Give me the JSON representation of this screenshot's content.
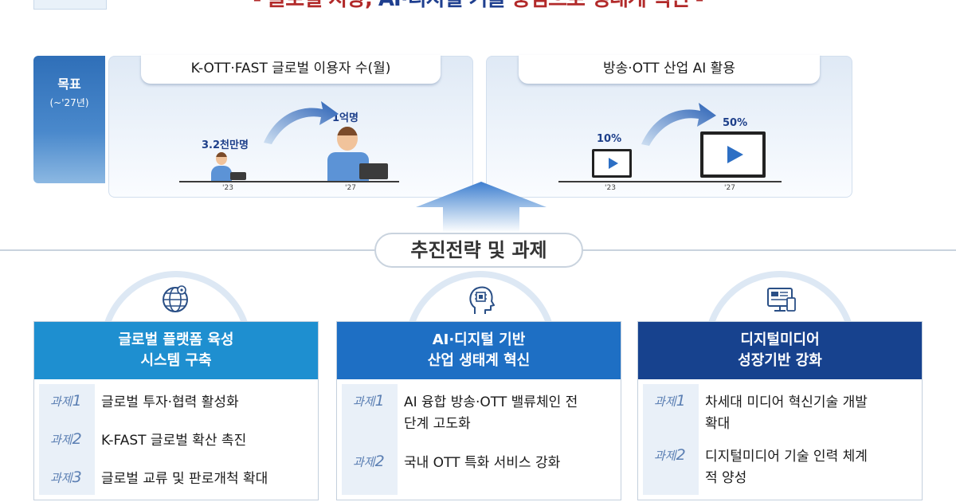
{
  "header": {
    "title_part1": "- 글로벌 지향, ",
    "title_part2": "AI·디지털 기술",
    "title_part3": " 중심으로 생태계 혁신 -"
  },
  "goal": {
    "label": "목표",
    "period": "(~'27년)"
  },
  "users_panel": {
    "title": "K-OTT·FAST 글로벌 이용자 수(월)",
    "start_value": "3.2천만명",
    "end_value": "1억명",
    "start_year": "'23",
    "end_year": "'27"
  },
  "ai_panel": {
    "title": "방송·OTT 산업 AI 활용",
    "start_value": "10%",
    "end_value": "50%",
    "start_year": "'23",
    "end_year": "'27"
  },
  "strategy": {
    "title": "추진전략 및 과제"
  },
  "cards": [
    {
      "icon": "globe-network-icon",
      "title_line1": "글로벌 플랫폼 육성",
      "title_line2": "시스템 구축",
      "color": "#1e8fd0",
      "tasks": [
        {
          "tag": "과제",
          "num": "1",
          "text": "글로벌 투자·협력 활성화"
        },
        {
          "tag": "과제",
          "num": "2",
          "text": "K-FAST 글로벌 확산 촉진"
        },
        {
          "tag": "과제",
          "num": "3",
          "text": "글로벌 교류 및 판로개척 확대"
        }
      ]
    },
    {
      "icon": "ai-head-icon",
      "title_line1": "AI·디지털 기반",
      "title_line2": "산업 생태계 혁신",
      "color": "#1e6fc4",
      "tasks": [
        {
          "tag": "과제",
          "num": "1",
          "text": "AI 융합 방송·OTT 밸류체인 전단계 고도화"
        },
        {
          "tag": "과제",
          "num": "2",
          "text": "국내 OTT 특화 서비스 강화"
        }
      ]
    },
    {
      "icon": "digital-media-icon",
      "title_line1": "디지털미디어",
      "title_line2": "성장기반 강화",
      "color": "#17428e",
      "tasks": [
        {
          "tag": "과제",
          "num": "1",
          "text": "차세대 미디어 혁신기술 개발 확대"
        },
        {
          "tag": "과제",
          "num": "2",
          "text": "디지털미디어 기술 인력 체계적 양성"
        }
      ]
    }
  ]
}
